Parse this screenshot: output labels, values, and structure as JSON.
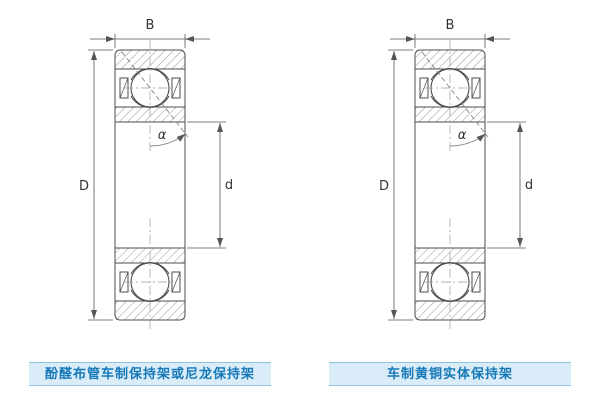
{
  "diagrams": [
    {
      "caption": "酚醛布管车制保持架或尼龙保持架",
      "labels": {
        "width": "B",
        "outer_diameter": "D",
        "bore_diameter": "d",
        "contact_angle": "α"
      }
    },
    {
      "caption": "车制黄铜实体保持架",
      "labels": {
        "width": "B",
        "outer_diameter": "D",
        "bore_diameter": "d",
        "contact_angle": "α"
      }
    }
  ],
  "colors": {
    "caption_background": "#d9ecf8",
    "caption_border": "#8fc3de",
    "caption_text": "#1879b8",
    "drawing_line": "#4d4d4d"
  }
}
